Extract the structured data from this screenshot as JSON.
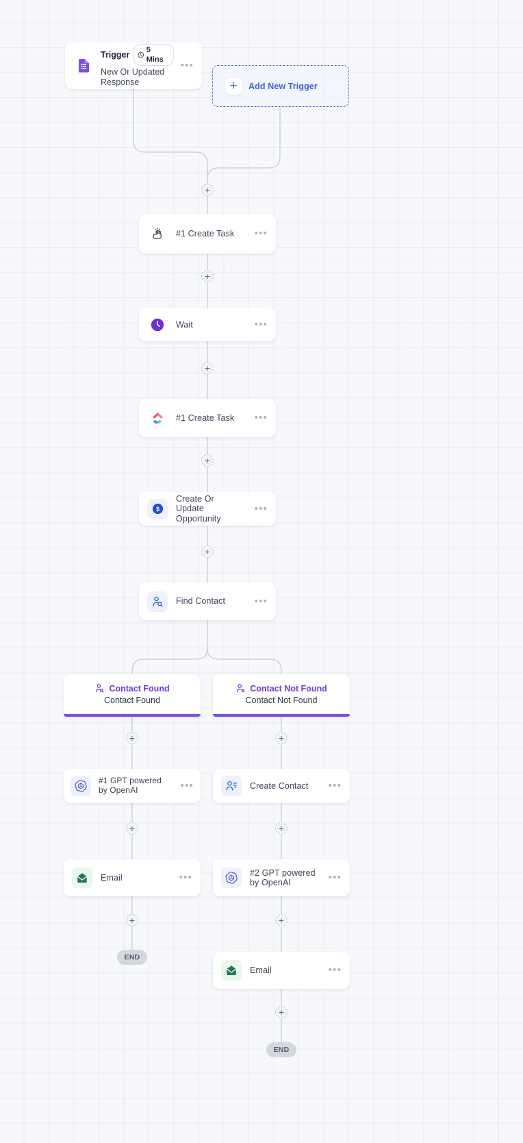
{
  "canvas": {
    "background_color": "#f7f8fb",
    "grid_color": "#d2d6e0"
  },
  "theme": {
    "accent_blue": "#3d5cf5",
    "accent_purple": "#7434ee",
    "branch_bar": "#7c4dee",
    "text_dark": "#21263a",
    "text_body": "#3c4257",
    "end_badge_bg": "#d4d7de"
  },
  "trigger": {
    "title": "Trigger",
    "chip_label": "5 Mins",
    "chip_icon": "clock-icon",
    "subtitle": "New Or Updated Response",
    "icon": "google-forms-icon",
    "menu": "•••"
  },
  "add_trigger": {
    "label": "Add New Trigger",
    "icon": "plus-icon"
  },
  "nodes": [
    {
      "id": "create-task-1",
      "label": "#1 Create Task",
      "icon": "monday-icon",
      "menu": "•••"
    },
    {
      "id": "wait",
      "label": "Wait",
      "icon": "clock-circle-icon",
      "menu": "•••"
    },
    {
      "id": "create-task-2",
      "label": "#1 Create Task",
      "icon": "clickup-icon",
      "menu": "•••"
    },
    {
      "id": "opportunity",
      "label": "Create Or Update Opportunity",
      "icon": "dollar-circle-icon",
      "menu": "•••"
    },
    {
      "id": "find-contact",
      "label": "Find Contact",
      "icon": "person-search-icon",
      "menu": "•••"
    }
  ],
  "branches": [
    {
      "id": "contact-found",
      "title": "Contact Found",
      "subtitle": "Contact Found",
      "icon": "person-search-icon"
    },
    {
      "id": "contact-not-found",
      "title": "Contact Not Found",
      "subtitle": "Contact Not Found",
      "icon": "person-x-icon"
    }
  ],
  "left_branch_nodes": [
    {
      "id": "gpt-1",
      "label": "#1 GPT powered by OpenAI",
      "icon": "openai-icon",
      "menu": "•••"
    },
    {
      "id": "email-left",
      "label": "Email",
      "icon": "email-icon",
      "menu": "•••"
    }
  ],
  "right_branch_nodes": [
    {
      "id": "create-contact",
      "label": "Create Contact",
      "icon": "person-list-icon",
      "menu": "•••"
    },
    {
      "id": "gpt-2",
      "label": "#2 GPT powered by OpenAI",
      "icon": "openai-icon",
      "menu": "•••"
    },
    {
      "id": "email-right",
      "label": "Email",
      "icon": "email-icon",
      "menu": "•••"
    }
  ],
  "end_badges": [
    {
      "id": "end-left",
      "label": "END"
    },
    {
      "id": "end-right",
      "label": "END"
    }
  ],
  "add_step_handles": [
    {
      "id": "add-step-1",
      "label": "+"
    },
    {
      "id": "add-step-2",
      "label": "+"
    },
    {
      "id": "add-step-3",
      "label": "+"
    },
    {
      "id": "add-step-4",
      "label": "+"
    },
    {
      "id": "add-step-5",
      "label": "+"
    },
    {
      "id": "add-step-6",
      "label": "+"
    },
    {
      "id": "add-step-7",
      "label": "+"
    },
    {
      "id": "add-step-8",
      "label": "+"
    },
    {
      "id": "add-step-9",
      "label": "+"
    },
    {
      "id": "add-step-10",
      "label": "+"
    },
    {
      "id": "add-step-11",
      "label": "+"
    }
  ]
}
